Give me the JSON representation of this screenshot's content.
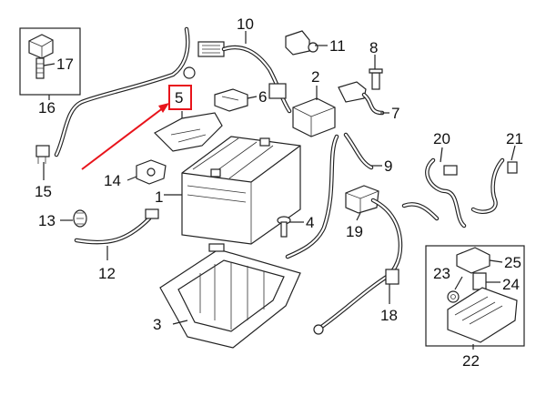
{
  "callouts": [
    {
      "id": "1",
      "text": "1"
    },
    {
      "id": "2",
      "text": "2"
    },
    {
      "id": "3",
      "text": "3"
    },
    {
      "id": "4",
      "text": "4"
    },
    {
      "id": "5",
      "text": "5"
    },
    {
      "id": "6",
      "text": "6"
    },
    {
      "id": "7",
      "text": "7"
    },
    {
      "id": "8",
      "text": "8"
    },
    {
      "id": "9",
      "text": "9"
    },
    {
      "id": "10",
      "text": "10"
    },
    {
      "id": "11",
      "text": "11"
    },
    {
      "id": "12",
      "text": "12"
    },
    {
      "id": "13",
      "text": "13"
    },
    {
      "id": "14",
      "text": "14"
    },
    {
      "id": "15",
      "text": "15"
    },
    {
      "id": "16",
      "text": "16"
    },
    {
      "id": "17",
      "text": "17"
    },
    {
      "id": "18",
      "text": "18"
    },
    {
      "id": "19",
      "text": "19"
    },
    {
      "id": "20",
      "text": "20"
    },
    {
      "id": "21",
      "text": "21"
    },
    {
      "id": "22",
      "text": "22"
    },
    {
      "id": "23",
      "text": "23"
    },
    {
      "id": "24",
      "text": "24"
    },
    {
      "id": "25",
      "text": "25"
    }
  ],
  "highlight": {
    "callout": "5",
    "color": "#e8141b"
  },
  "colors": {
    "ink": "#222222",
    "background": "#ffffff"
  }
}
